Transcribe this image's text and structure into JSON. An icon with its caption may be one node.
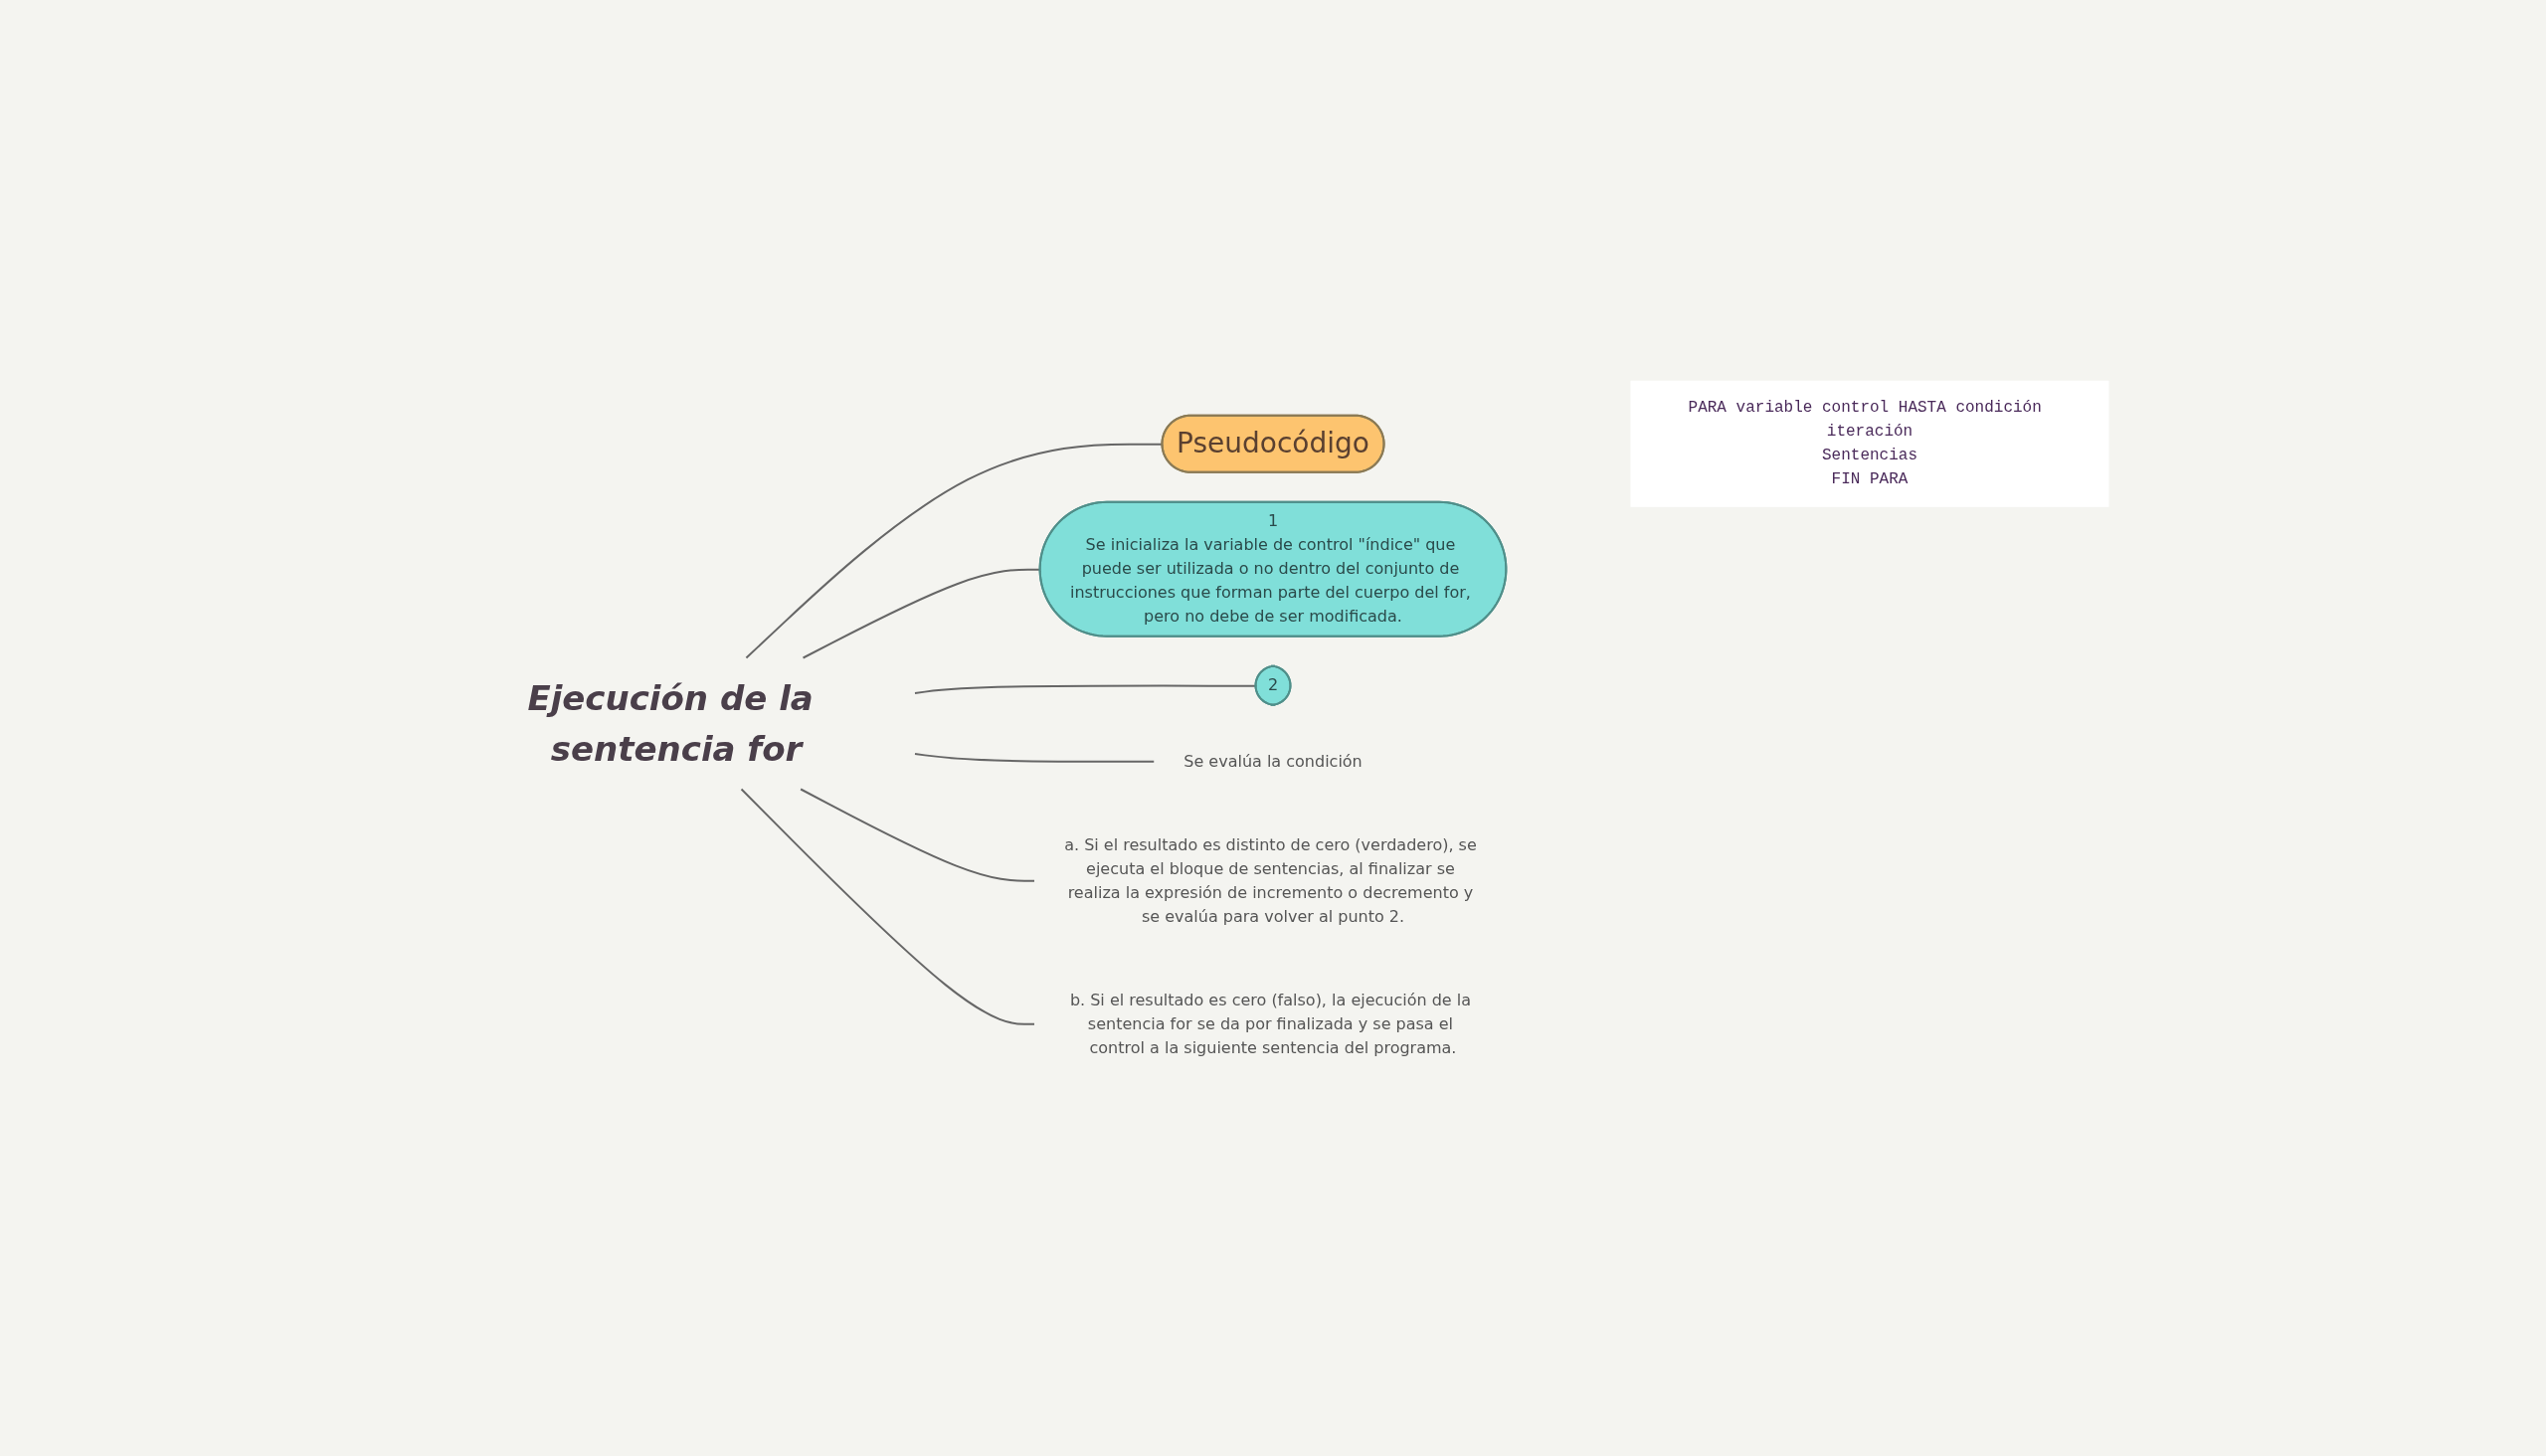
{
  "diagram": {
    "nodes": [
      {
        "text": [
          "Ejecución de la sentencia for"
        ]
      },
      {
        "text": [
          "Pseudocódigo"
        ]
      },
      {
        "text": [
          "PARA variable control HASTA condición iteración",
          "Sentencias",
          "FIN PARA"
        ]
      },
      {
        "text": [
          "1",
          "Se inicializa la variable de control \"índice\" que puede ser utilizada o no dentro del conjunto de instrucciones que forman parte del cuerpo del for, pero no debe de ser modificada."
        ]
      },
      {
        "text": [
          "2"
        ]
      },
      {
        "text": [
          "Se evalúa la condición"
        ]
      },
      {
        "text": [
          "a. Si el resultado es distinto de cero (verdadero), se ejecuta el bloque de sentencias, al finalizar se realiza la expresión de incremento o decremento y se evalúa para volver al punto 2."
        ]
      },
      {
        "text": [
          "b. Si el resultado es cero (falso), la ejecución de la sentencia for se da por finalizada y se pasa el control a la siguiente sentencia del programa."
        ]
      }
    ],
    "edges": [
      {
        "from": 0,
        "to": 1,
        "arrow": "none"
      },
      {
        "from": 0,
        "to": 3,
        "arrow": "none"
      },
      {
        "from": 0,
        "to": 4,
        "arrow": "none"
      },
      {
        "from": 0,
        "to": 5,
        "arrow": "none"
      },
      {
        "from": 0,
        "to": 6,
        "arrow": "none"
      },
      {
        "from": 0,
        "to": 7,
        "arrow": "none"
      }
    ]
  }
}
